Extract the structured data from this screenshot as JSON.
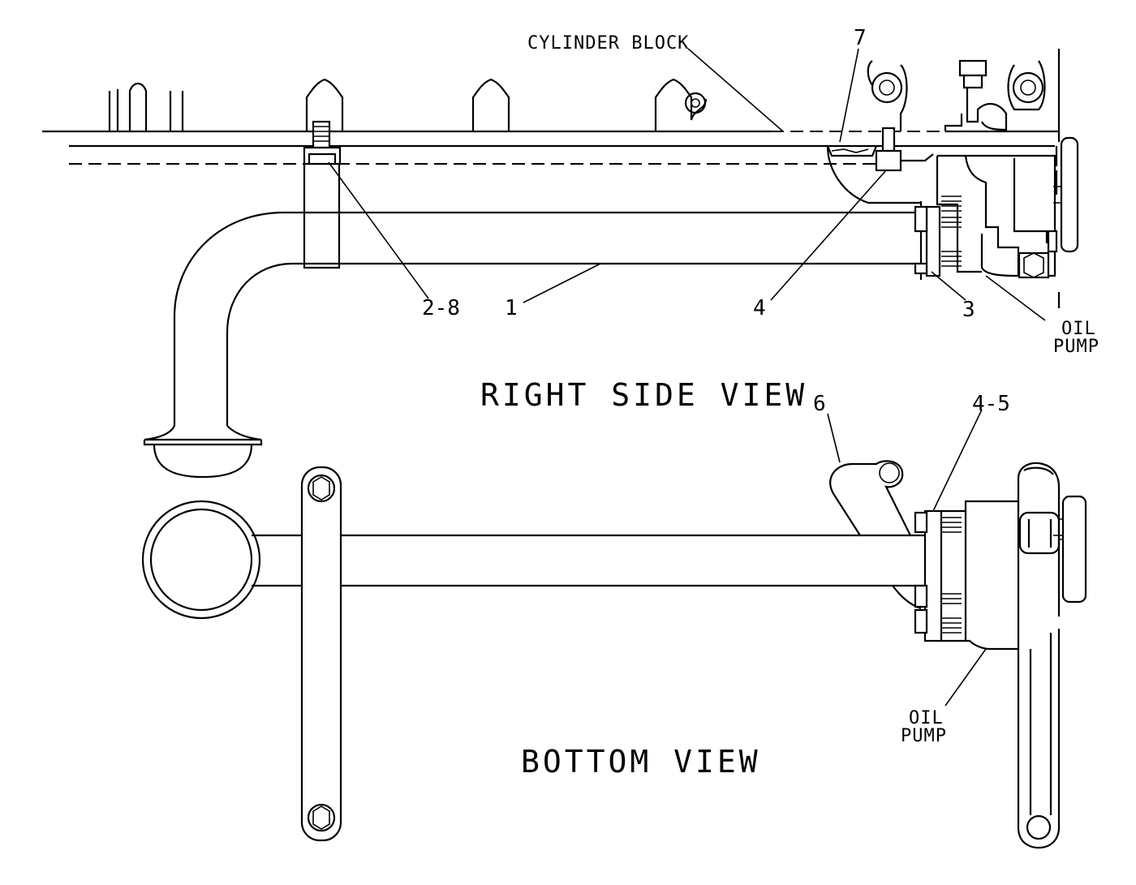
{
  "labels": {
    "cylinder_block": "CYLINDER BLOCK",
    "oil_pump_top_1": "OIL",
    "oil_pump_top_2": "PUMP",
    "oil_pump_bottom_1": "OIL",
    "oil_pump_bottom_2": "PUMP"
  },
  "callouts": {
    "c7": "7",
    "c2_8": "2-8",
    "c1": "1",
    "c4": "4",
    "c3": "3",
    "c6": "6",
    "c4_5": "4-5"
  },
  "views": {
    "right_side": "RIGHT SIDE VIEW",
    "bottom": "BOTTOM VIEW"
  }
}
